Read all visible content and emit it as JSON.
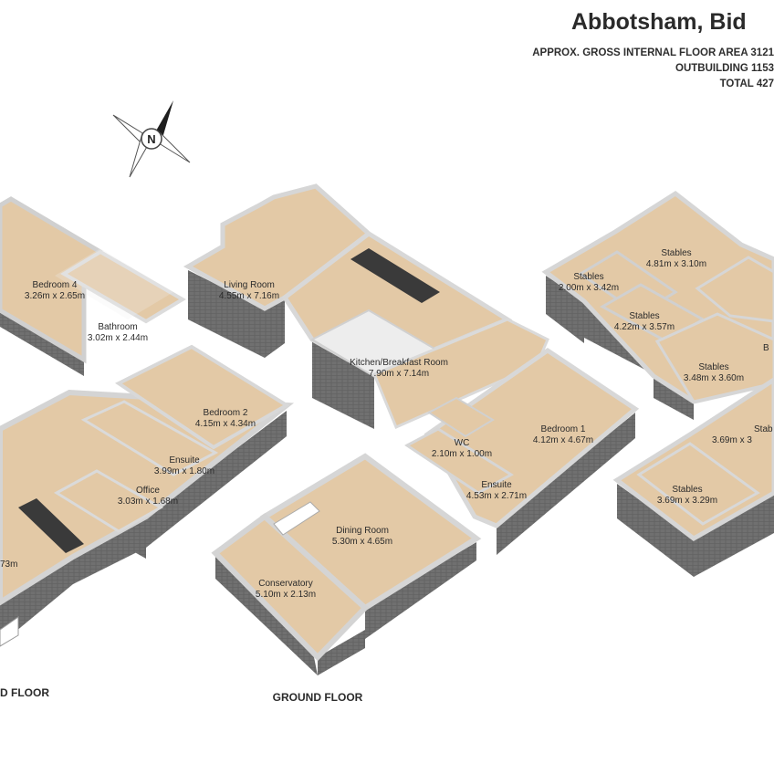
{
  "header": {
    "title": "Abbotsham, Bid",
    "area_lines": [
      "APPROX. GROSS INTERNAL FLOOR AREA 3121",
      "OUTBUILDING 1153",
      "TOTAL 427"
    ]
  },
  "compass": {
    "letter": "N",
    "icon": "north-arrow-icon"
  },
  "floors": {
    "left_floor": "D FLOOR",
    "ground_floor": "GROUND FLOOR"
  },
  "rooms": {
    "bedroom4": {
      "name": "Bedroom 4",
      "dims": "3.26m x 2.65m"
    },
    "bathroom": {
      "name": "Bathroom",
      "dims": "3.02m x 2.44m"
    },
    "bedroom2": {
      "name": "Bedroom 2",
      "dims": "4.15m x 4.34m"
    },
    "ensuite_upper": {
      "name": "Ensuite",
      "dims": "3.99m x 1.80m"
    },
    "office": {
      "name": "Office",
      "dims": "3.03m x 1.68m"
    },
    "partial_left": {
      "dims": "73m"
    },
    "living_room": {
      "name": "Living Room",
      "dims": "4.55m x 7.16m"
    },
    "kitchen": {
      "name": "Kitchen/Breakfast Room",
      "dims": "7.90m x 7.14m"
    },
    "wc": {
      "name": "WC",
      "dims": "2.10m x 1.00m"
    },
    "bedroom1": {
      "name": "Bedroom 1",
      "dims": "4.12m x 4.67m"
    },
    "ensuite_ground": {
      "name": "Ensuite",
      "dims": "4.53m x 2.71m"
    },
    "dining_room": {
      "name": "Dining Room",
      "dims": "5.30m x 4.65m"
    },
    "conservatory": {
      "name": "Conservatory",
      "dims": "5.10m x 2.13m"
    },
    "stables_a": {
      "name": "Stables",
      "dims": "2.00m x 3.42m"
    },
    "stables_b": {
      "name": "Stables",
      "dims": "4.81m x 3.10m"
    },
    "stables_c": {
      "name": "Stables",
      "dims": "4.22m x 3.57m"
    },
    "stables_d": {
      "name": "Stables",
      "dims": "3.48m x 3.60m"
    },
    "stables_e": {
      "name": "Stab",
      "dims": "3.69m x 3"
    },
    "stables_f": {
      "name": "Stables",
      "dims": "3.69m x 3.29m"
    },
    "partial_right": {
      "name": "B"
    }
  },
  "colors": {
    "floor": "#e3c9a6",
    "wall_top": "#f6f6f6",
    "wall_side": "#6e6e6e",
    "inner_wall": "#e2e2e2",
    "text": "#2b2b2b"
  }
}
